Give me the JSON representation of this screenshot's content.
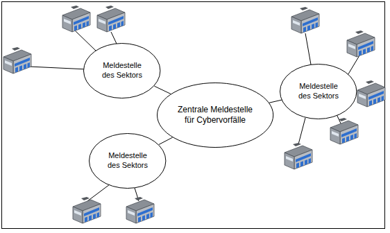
{
  "diagram": {
    "nodes": [
      {
        "text": [
          "Zentrale Meldestelle für Cybervorfälle"
        ]
      },
      {
        "text": [
          "Meldestelle des Sektors"
        ]
      },
      {
        "text": [
          "Meldestelle des Sektors"
        ]
      },
      {
        "text": [
          "Meldestelle des Sektors"
        ]
      }
    ],
    "edges": [
      {
        "from": 0,
        "to": 1,
        "arrow": "none"
      },
      {
        "from": 0,
        "to": 2,
        "arrow": "none"
      },
      {
        "from": 0,
        "to": 3,
        "arrow": "none"
      }
    ]
  }
}
